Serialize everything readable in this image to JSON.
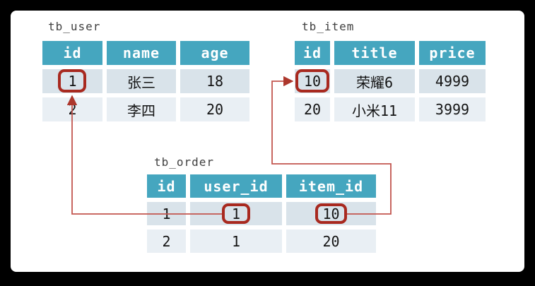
{
  "diagram": {
    "tables": {
      "user": {
        "title": "tb_user",
        "columns": [
          "id",
          "name",
          "age"
        ],
        "rows": [
          [
            "1",
            "张三",
            "18"
          ],
          [
            "2",
            "李四",
            "20"
          ]
        ]
      },
      "item": {
        "title": "tb_item",
        "columns": [
          "id",
          "title",
          "price"
        ],
        "rows": [
          [
            "10",
            "荣耀6",
            "4999"
          ],
          [
            "20",
            "小米11",
            "3999"
          ]
        ]
      },
      "order": {
        "title": "tb_order",
        "columns": [
          "id",
          "user_id",
          "item_id"
        ],
        "rows": [
          [
            "1",
            "1",
            "10"
          ],
          [
            "2",
            "1",
            "20"
          ]
        ]
      }
    },
    "highlights": [
      {
        "table": "tb_user",
        "column": "id",
        "value": "1"
      },
      {
        "table": "tb_item",
        "column": "id",
        "value": "10"
      },
      {
        "table": "tb_order",
        "column": "user_id",
        "value": "1"
      },
      {
        "table": "tb_order",
        "column": "item_id",
        "value": "10"
      }
    ],
    "relations": [
      {
        "from": {
          "table": "tb_order",
          "column": "user_id",
          "value": "1"
        },
        "to": {
          "table": "tb_user",
          "column": "id",
          "value": "1"
        }
      },
      {
        "from": {
          "table": "tb_order",
          "column": "item_id",
          "value": "10"
        },
        "to": {
          "table": "tb_item",
          "column": "id",
          "value": "10"
        }
      }
    ],
    "colors": {
      "frame": "#000000",
      "canvas": "#ffffff",
      "header_bg": "#45a6bf",
      "header_text": "#ffffff",
      "row_odd_bg": "#d9e3ea",
      "row_even_bg": "#e9eff4",
      "cell_text": "#141414",
      "title_text": "#3f3f3f",
      "highlight_border": "#a8291f",
      "arrow": "#c2564f"
    }
  }
}
